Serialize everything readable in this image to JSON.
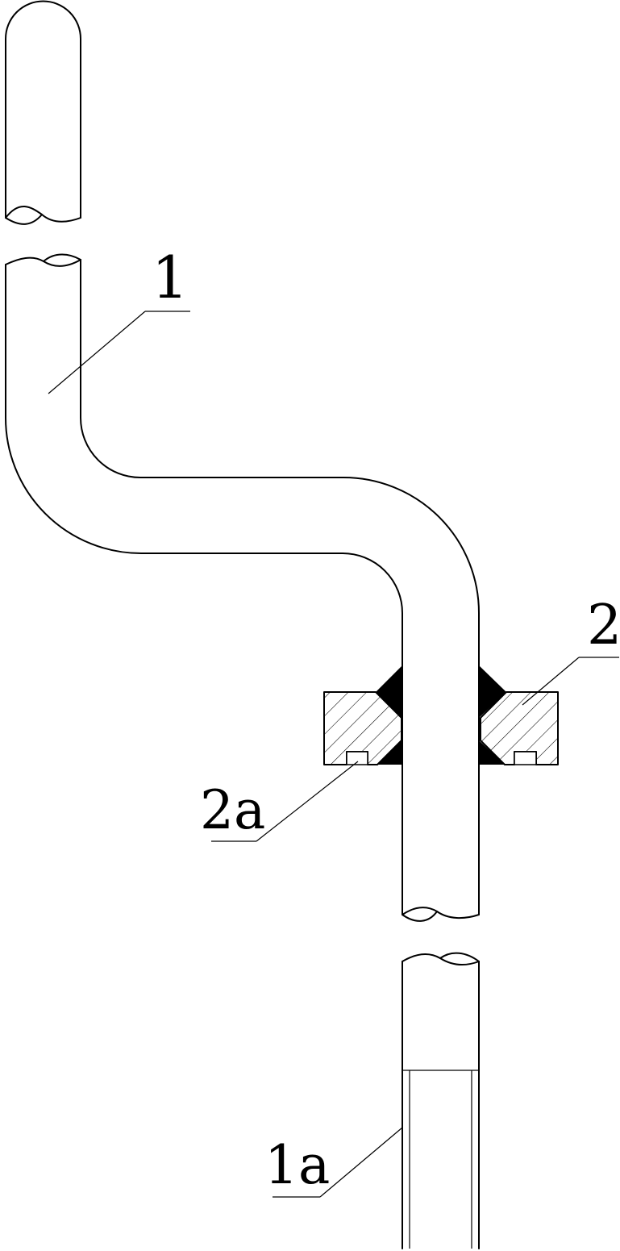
{
  "labels": {
    "pipe": "1",
    "end_portion": "1a",
    "flange": "2",
    "groove": "2a"
  },
  "colors": {
    "line": "#000000",
    "weld_fill": "#000000",
    "background": "#ffffff"
  }
}
